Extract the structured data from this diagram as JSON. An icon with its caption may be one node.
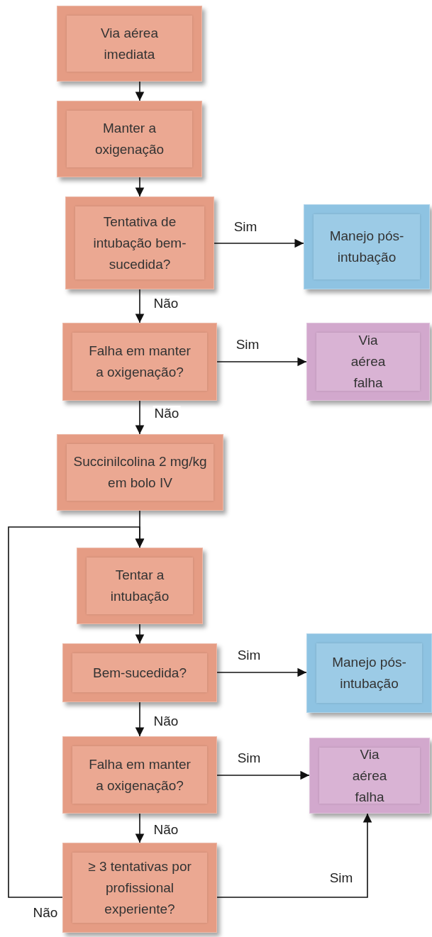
{
  "diagram": {
    "nodes": [
      {
        "text": [
          "Via aérea imediata"
        ]
      },
      {
        "text": [
          "Manter a oxigenação"
        ]
      },
      {
        "text": [
          "Tentativa de intubação bem-sucedida?"
        ]
      },
      {
        "text": [
          "Manejo pós-intubação"
        ]
      },
      {
        "text": [
          "Falha em manter a oxigenação?"
        ]
      },
      {
        "text": [
          "Via aérea falha"
        ]
      },
      {
        "text": [
          "Succinilcolina 2 mg/kg em bolo IV"
        ]
      },
      {
        "text": [
          "Tentar a intubação"
        ]
      },
      {
        "text": [
          "Bem-sucedida?"
        ]
      },
      {
        "text": [
          "Manejo pós-intubação"
        ]
      },
      {
        "text": [
          "Falha em manter a oxigenação?"
        ]
      },
      {
        "text": [
          "Via aérea falha"
        ]
      },
      {
        "text": [
          "≥ 3 tentativas por profissional experiente?"
        ]
      }
    ],
    "edges": [
      {
        "from": 0,
        "to": 1,
        "arrow": "to"
      },
      {
        "from": 1,
        "to": 2,
        "arrow": "to"
      },
      {
        "from": 2,
        "to": 3,
        "arrow": "to",
        "label": "Sim"
      },
      {
        "from": 2,
        "to": 4,
        "arrow": "to",
        "label": "Não"
      },
      {
        "from": 4,
        "to": 5,
        "arrow": "to",
        "label": "Sim"
      },
      {
        "from": 4,
        "to": 6,
        "arrow": "to",
        "label": "Não"
      },
      {
        "from": 6,
        "to": 7,
        "arrow": "to"
      },
      {
        "from": 7,
        "to": 8,
        "arrow": "to"
      },
      {
        "from": 8,
        "to": 9,
        "arrow": "to",
        "label": "Sim"
      },
      {
        "from": 8,
        "to": 10,
        "arrow": "to",
        "label": "Não"
      },
      {
        "from": 10,
        "to": 11,
        "arrow": "to",
        "label": "Sim"
      },
      {
        "from": 10,
        "to": 12,
        "arrow": "to",
        "label": "Não"
      },
      {
        "from": 12,
        "to": 11,
        "arrow": "to",
        "label": "Sim"
      },
      {
        "from": 12,
        "to": 7,
        "arrow": "to",
        "label": "Não"
      }
    ]
  }
}
